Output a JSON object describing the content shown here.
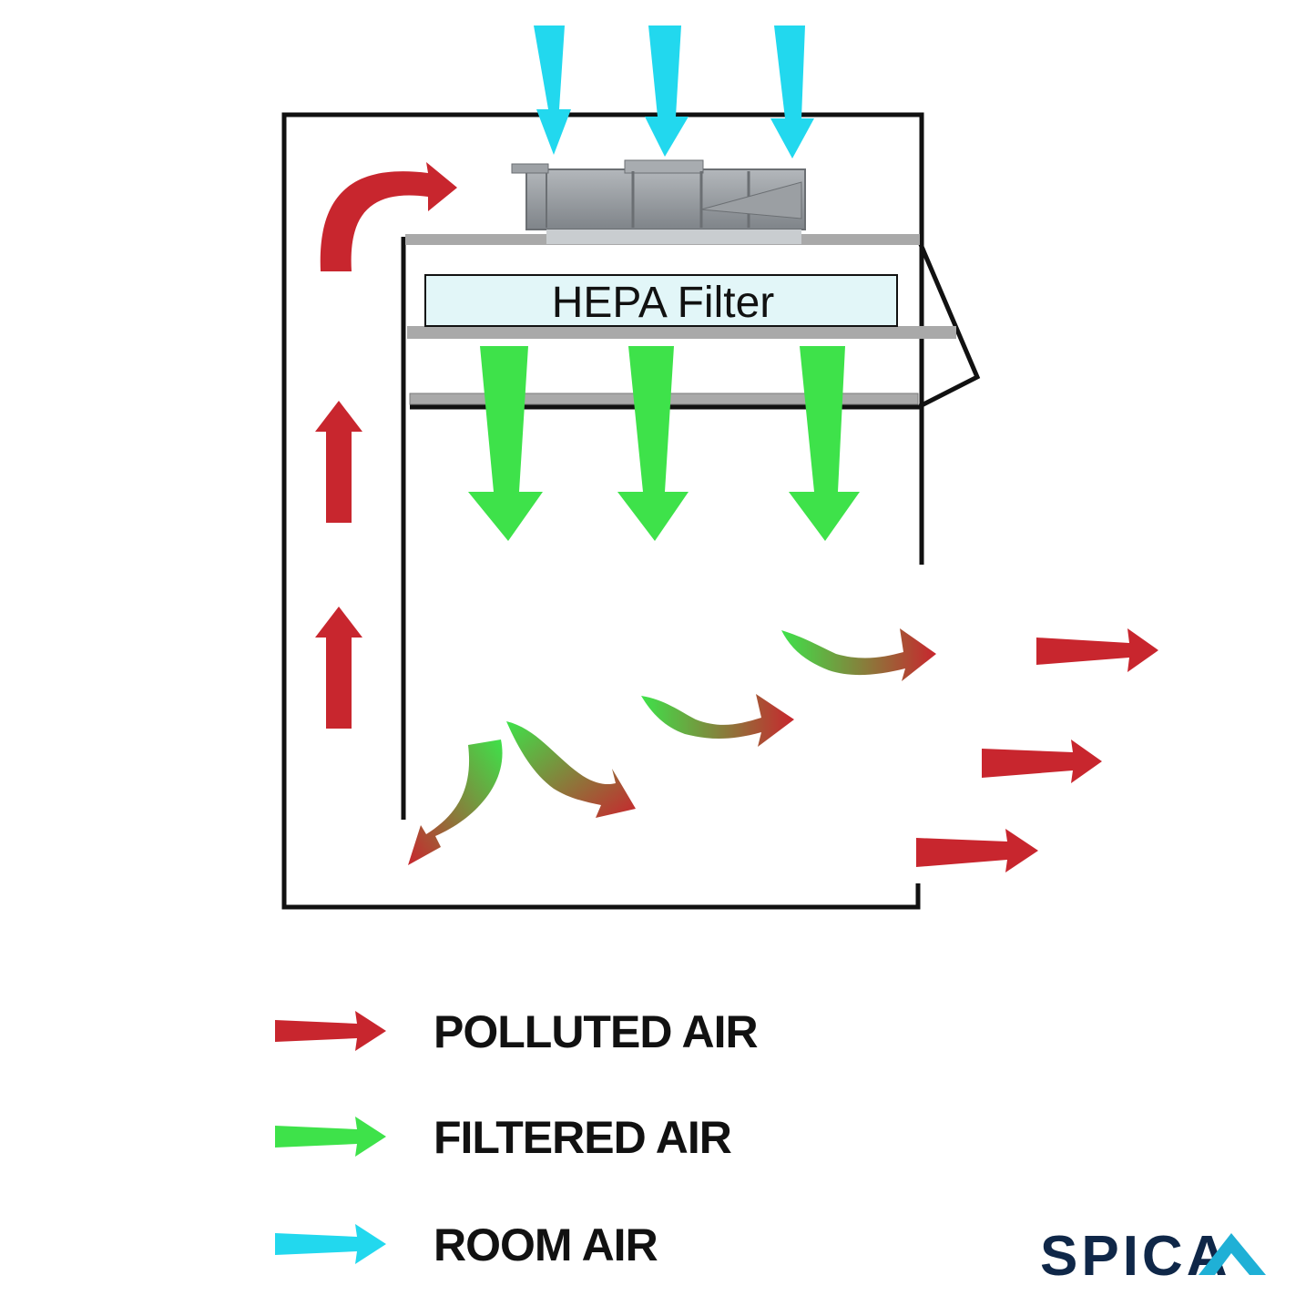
{
  "diagram": {
    "filter_label": "HEPA Filter"
  },
  "colors": {
    "polluted": "#c8262e",
    "filtered": "#3ee24a",
    "room": "#22d8ee",
    "outline": "#111111",
    "panel": "#a9a9a9",
    "filter_fill": "#e2f6f8",
    "fan": "#8f9499",
    "logo_dark": "#0f2748",
    "logo_accent": "#1fb0d6"
  },
  "legend": {
    "items": [
      {
        "label": "POLLUTED AIR",
        "color_key": "polluted",
        "icon": "red-arrow-icon"
      },
      {
        "label": "FILTERED AIR",
        "color_key": "filtered",
        "icon": "green-arrow-icon"
      },
      {
        "label": "ROOM AIR",
        "color_key": "room",
        "icon": "cyan-arrow-icon"
      }
    ]
  },
  "logo": {
    "text": "SPICA"
  }
}
